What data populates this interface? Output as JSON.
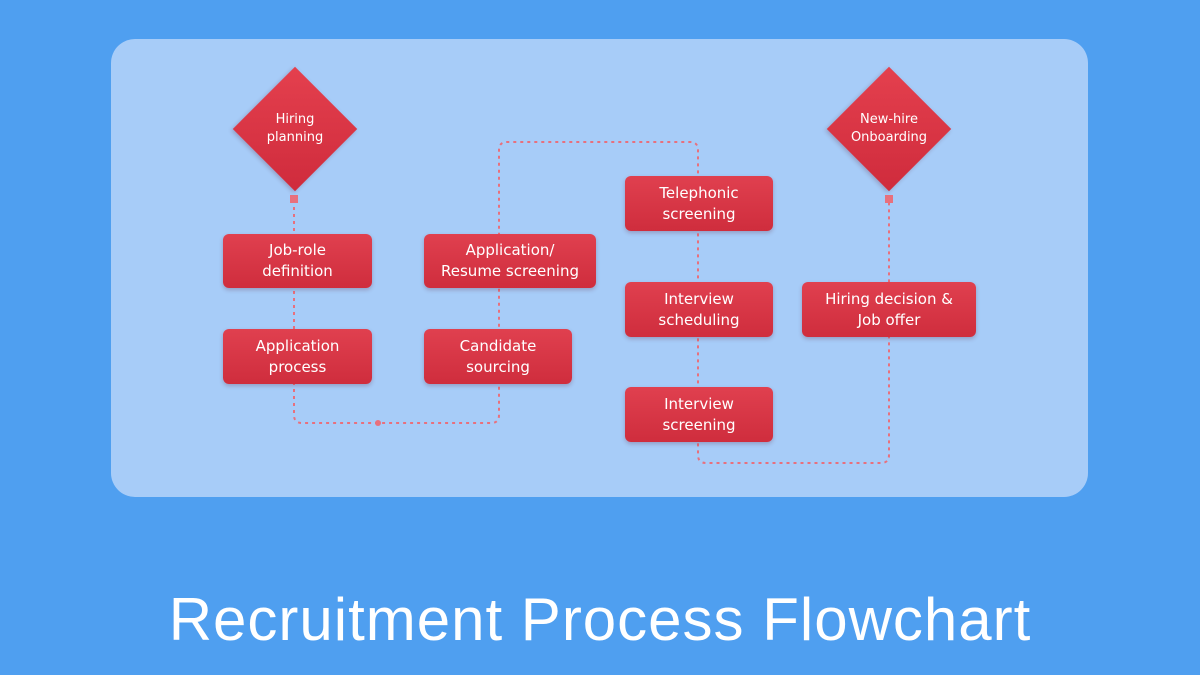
{
  "title": "Recruitment Process Flowchart",
  "colors": {
    "background": "#4f9ff0",
    "panel": "#a7ccf8",
    "node": "#d93446",
    "connector": "#e8707d"
  },
  "nodes": {
    "hiring_planning": "Hiring\nplanning",
    "job_role_definition": "Job-role\ndefinition",
    "application_process": "Application\nprocess",
    "candidate_sourcing": "Candidate\nsourcing",
    "application_resume_screening": "Application/\nResume screening",
    "telephonic_screening": "Telephonic\nscreening",
    "interview_scheduling": "Interview\nscheduling",
    "interview_screening": "Interview\nscreening",
    "hiring_decision_job_offer": "Hiring decision &\nJob offer",
    "new_hire_onboarding": "New-hire\nOnboarding"
  }
}
